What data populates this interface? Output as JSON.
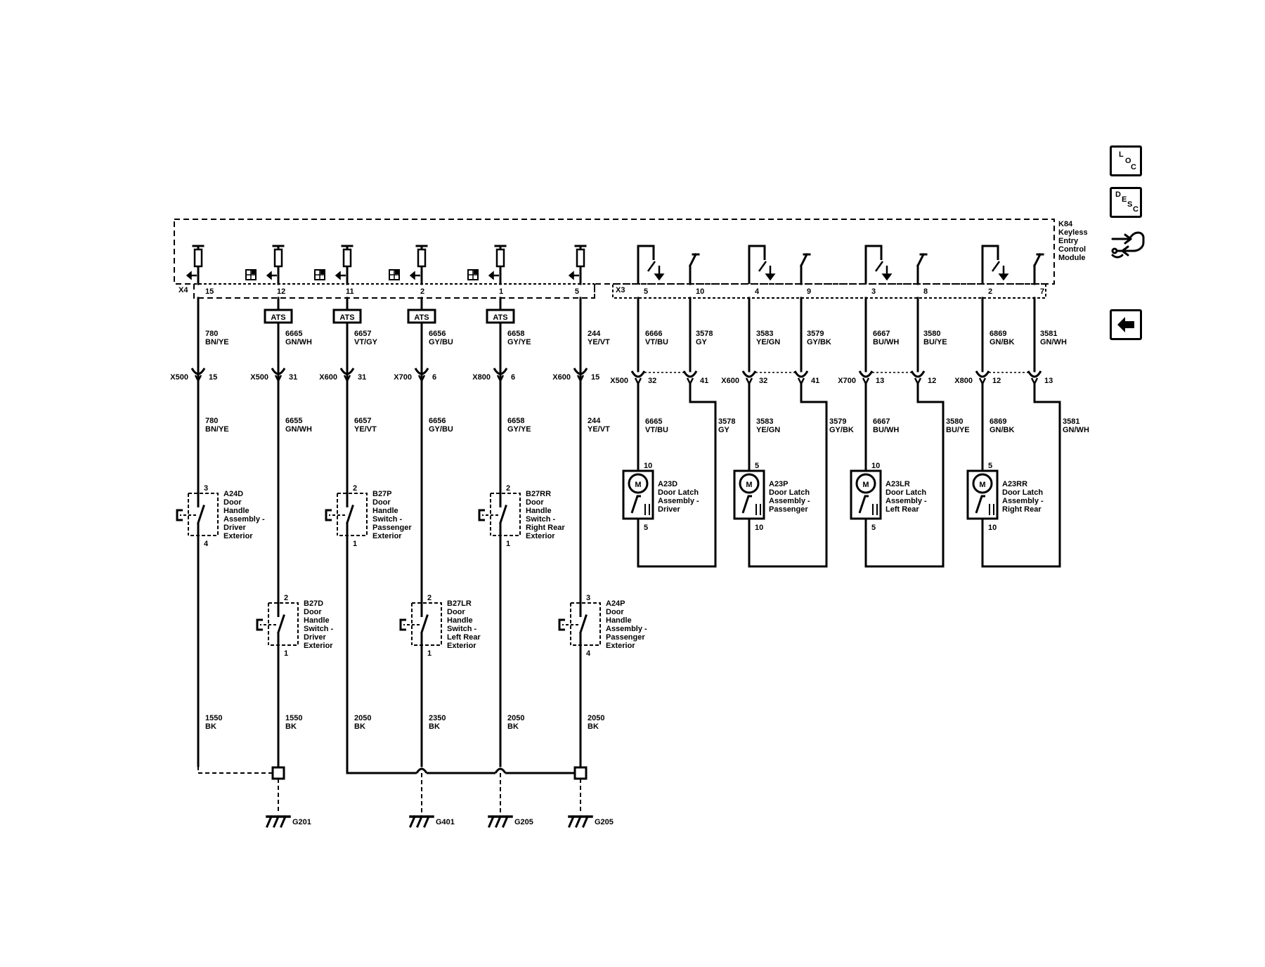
{
  "module": {
    "name_lines": [
      "K84",
      "Keyless",
      "Entry",
      "Control",
      "Module"
    ],
    "connectors": [
      "X4",
      "X3"
    ]
  },
  "nav": {
    "loc_letters": [
      "L",
      "O",
      "C"
    ],
    "desc_letters": [
      "D",
      "E",
      "S",
      "C"
    ]
  },
  "ats_label": "ATS",
  "circuits": [
    {
      "id": "c1",
      "pin": "15",
      "top_num": "780",
      "top_color": "BN/YE",
      "inline_conn": "X500",
      "inline_pin": "15",
      "bot_num": "780",
      "bot_color": "BN/YE",
      "ats": false
    },
    {
      "id": "c2",
      "pin": "12",
      "top_num": "6665",
      "top_color": "GN/WH",
      "inline_conn": "X500",
      "inline_pin": "31",
      "bot_num": "6655",
      "bot_color": "GN/WH",
      "ats": true
    },
    {
      "id": "c3",
      "pin": "11",
      "top_num": "6657",
      "top_color": "VT/GY",
      "inline_conn": "X600",
      "inline_pin": "31",
      "bot_num": "6657",
      "bot_color": "YE/VT",
      "ats": true
    },
    {
      "id": "c4",
      "pin": "2",
      "top_num": "6656",
      "top_color": "GY/BU",
      "inline_conn": "X700",
      "inline_pin": "6",
      "bot_num": "6656",
      "bot_color": "GY/BU",
      "ats": true
    },
    {
      "id": "c5",
      "pin": "1",
      "top_num": "6658",
      "top_color": "GY/YE",
      "inline_conn": "X800",
      "inline_pin": "6",
      "bot_num": "6658",
      "bot_color": "GY/YE",
      "ats": true
    },
    {
      "id": "c6",
      "pin": "5",
      "top_num": "244",
      "top_color": "YE/VT",
      "inline_conn": "X600",
      "inline_pin": "15",
      "bot_num": "244",
      "bot_color": "YE/VT",
      "ats": false
    }
  ],
  "switches": [
    {
      "id": "A24D",
      "lines": [
        "A24D",
        "Door",
        "Handle",
        "Assembly -",
        "Driver",
        "Exterior"
      ],
      "pin_top": "3",
      "pin_bot": "4"
    },
    {
      "id": "B27P",
      "lines": [
        "B27P",
        "Door",
        "Handle",
        "Switch -",
        "Passenger",
        "Exterior"
      ],
      "pin_top": "2",
      "pin_bot": "1"
    },
    {
      "id": "B27RR",
      "lines": [
        "B27RR",
        "Door",
        "Handle",
        "Switch -",
        "Right Rear",
        "Exterior"
      ],
      "pin_top": "2",
      "pin_bot": "1"
    },
    {
      "id": "B27D",
      "lines": [
        "B27D",
        "Door",
        "Handle",
        "Switch -",
        "Driver",
        "Exterior"
      ],
      "pin_top": "2",
      "pin_bot": "1"
    },
    {
      "id": "B27LR",
      "lines": [
        "B27LR",
        "Door",
        "Handle",
        "Switch -",
        "Left Rear",
        "Exterior"
      ],
      "pin_top": "2",
      "pin_bot": "1"
    },
    {
      "id": "A24P",
      "lines": [
        "A24P",
        "Door",
        "Handle",
        "Assembly -",
        "Passenger",
        "Exterior"
      ],
      "pin_top": "3",
      "pin_bot": "4"
    }
  ],
  "grounds": [
    {
      "id": "g1",
      "num": "1550",
      "color": "BK"
    },
    {
      "id": "g2",
      "num": "1550",
      "color": "BK"
    },
    {
      "id": "g3",
      "num": "2050",
      "color": "BK"
    },
    {
      "id": "g4",
      "num": "2350",
      "color": "BK"
    },
    {
      "id": "g5",
      "num": "2050",
      "color": "BK"
    },
    {
      "id": "g6",
      "num": "2050",
      "color": "BK"
    }
  ],
  "ground_points": [
    "G201",
    "G401",
    "G205",
    "G205"
  ],
  "latches": [
    {
      "id": "A23D",
      "lines": [
        "A23D",
        "Door Latch",
        "Assembly -",
        "Driver"
      ],
      "pinA": "5",
      "pinB": "10",
      "wA_num": "6666",
      "wA_color": "VT/BU",
      "wB_num": "3578",
      "wB_color": "GY",
      "conn": "X500",
      "cpinA": "32",
      "cpinB": "41",
      "wA2_num": "6665",
      "wA2_color": "VT/BU",
      "wB2_num": "3578",
      "wB2_color": "GY",
      "mtop": "10",
      "mbot": "5"
    },
    {
      "id": "A23P",
      "lines": [
        "A23P",
        "Door Latch",
        "Assembly -",
        "Passenger"
      ],
      "pinA": "4",
      "pinB": "9",
      "wA_num": "3583",
      "wA_color": "YE/GN",
      "wB_num": "3579",
      "wB_color": "GY/BK",
      "conn": "X600",
      "cpinA": "32",
      "cpinB": "41",
      "wA2_num": "3583",
      "wA2_color": "YE/GN",
      "wB2_num": "3579",
      "wB2_color": "GY/BK",
      "mtop": "5",
      "mbot": "10"
    },
    {
      "id": "A23LR",
      "lines": [
        "A23LR",
        "Door Latch",
        "Assembly -",
        "Left Rear"
      ],
      "pinA": "3",
      "pinB": "8",
      "wA_num": "6667",
      "wA_color": "BU/WH",
      "wB_num": "3580",
      "wB_color": "BU/YE",
      "conn": "X700",
      "cpinA": "13",
      "cpinB": "12",
      "wA2_num": "6667",
      "wA2_color": "BU/WH",
      "wB2_num": "3580",
      "wB2_color": "BU/YE",
      "mtop": "10",
      "mbot": "5"
    },
    {
      "id": "A23RR",
      "lines": [
        "A23RR",
        "Door Latch",
        "Assembly -",
        "Right Rear"
      ],
      "pinA": "2",
      "pinB": "7",
      "wA_num": "6869",
      "wA_color": "GN/BK",
      "wB_num": "3581",
      "wB_color": "GN/WH",
      "conn": "X800",
      "cpinA": "12",
      "cpinB": "13",
      "wA2_num": "6869",
      "wA2_color": "GN/BK",
      "wB2_num": "3581",
      "wB2_color": "GN/WH",
      "mtop": "5",
      "mbot": "10"
    }
  ],
  "motor_letter": "M"
}
